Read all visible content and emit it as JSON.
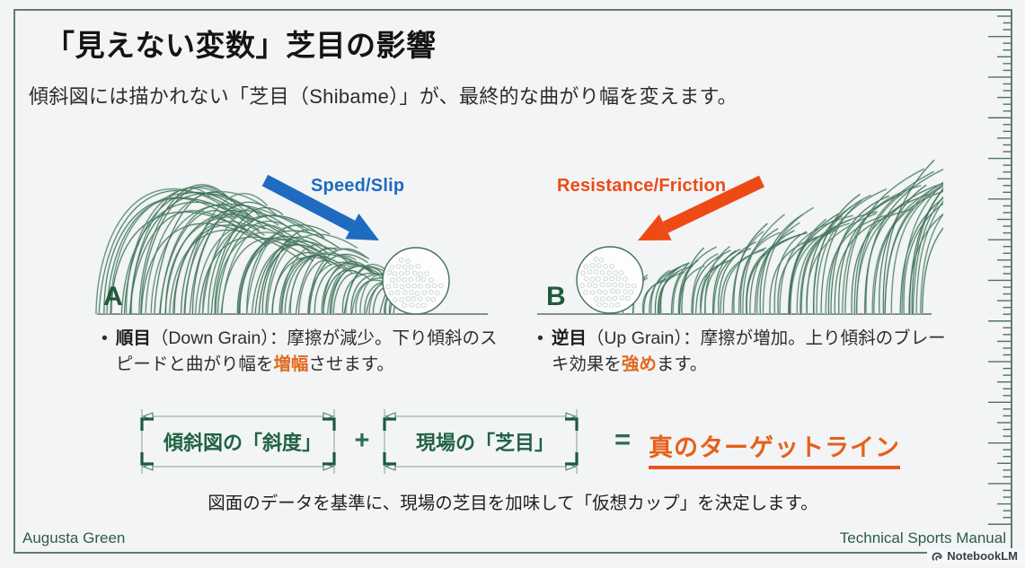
{
  "slide": {
    "title": "「見えない変数」芝目の影響",
    "subtitle": "傾斜図には描かれない「芝目（Shibame）」が、最終的な曲がり幅を変えます。",
    "caption": "図面のデータを基準に、現場の芝目を加味して「仮想カップ」を決定します。",
    "footer_left": "Augusta Green",
    "footer_right": "Technical Sports Manual",
    "watermark": "NotebookLM"
  },
  "panels": {
    "a": {
      "label": "A",
      "arrow_label": "Speed/Slip"
    },
    "b": {
      "label": "B",
      "arrow_label": "Resistance/Friction"
    }
  },
  "bullets": {
    "marker": "•",
    "left": {
      "segments": [
        {
          "text": "順目",
          "bold": true
        },
        {
          "text": "（Down Grain）：摩擦が減少。下り傾斜のスピードと曲がり幅を"
        },
        {
          "text": "増幅",
          "bold": true,
          "accent": true
        },
        {
          "text": "させます。"
        }
      ]
    },
    "right": {
      "segments": [
        {
          "text": "逆目",
          "bold": true
        },
        {
          "text": "（Up Grain）：摩擦が増加。上り傾斜のブレーキ効果を"
        },
        {
          "text": "強め",
          "bold": true,
          "accent": true
        },
        {
          "text": "ます。"
        }
      ]
    }
  },
  "formula": {
    "term1": "傾斜図の「斜度」",
    "plus": "+",
    "term2": "現場の「芝目」",
    "equals": "=",
    "result": "真のターゲットライン"
  },
  "colors": {
    "blue_arrow": "#1e6bbf",
    "orange_arrow": "#ee4a15",
    "accent_text": "#e16a1f",
    "deep_green": "#1d5b3b",
    "formula_green": "#206244",
    "frame_green": "#5e7d71",
    "result_orange": "#e7601a"
  }
}
